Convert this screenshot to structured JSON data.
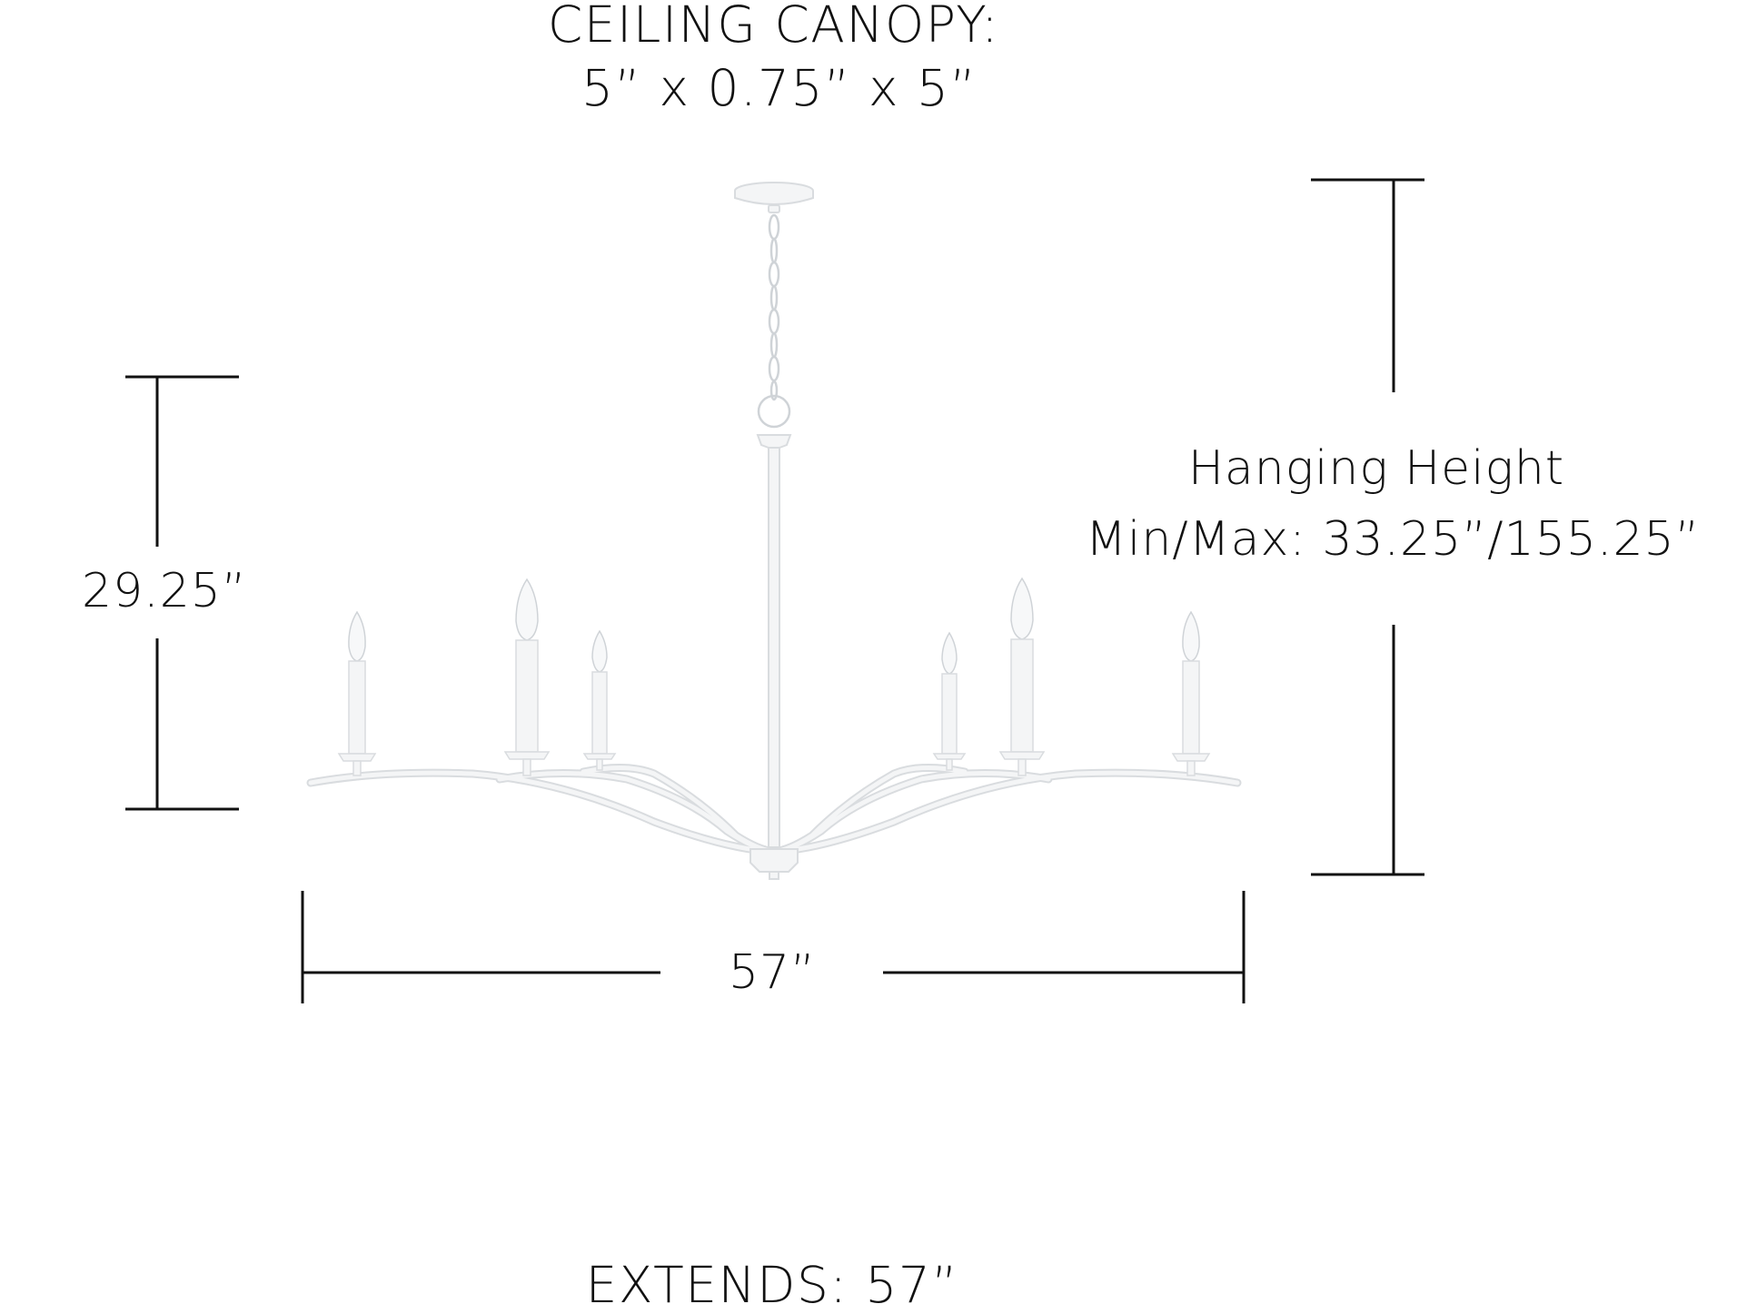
{
  "canopy": {
    "title": "CEILING CANOPY:",
    "dimensions": "5” x 0.75” x 5”"
  },
  "height_dimension": {
    "value": "29.25”"
  },
  "hanging_height": {
    "title": "Hanging Height",
    "value": "Min/Max: 33.25”/155.25”"
  },
  "width_dimension": {
    "value": "57”"
  },
  "extends": {
    "label": "EXTENDS: 57”"
  },
  "fixture": {
    "type": "chandelier",
    "lights": 6,
    "finish_color": "#f4f5f6",
    "outline_color": "#d9dcdf"
  },
  "colors": {
    "text": "#111111",
    "dimension_line": "#111111",
    "background": "#ffffff"
  }
}
